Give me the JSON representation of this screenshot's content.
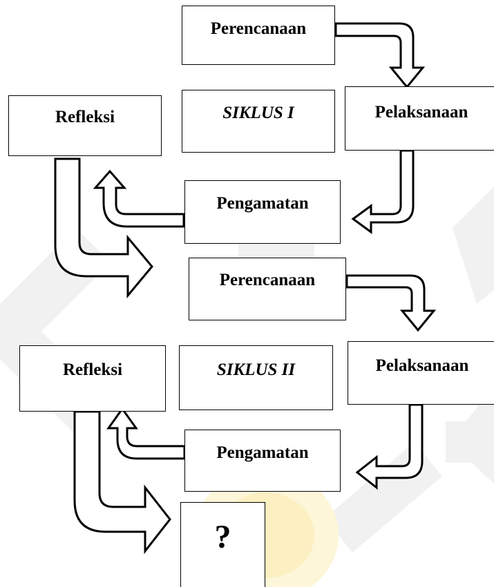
{
  "cycle1": {
    "planning": "Perencanaan",
    "acting": "Pelaksanaan",
    "observing": "Pengamatan",
    "reflecting": "Refleksi",
    "title": "SIKLUS I"
  },
  "cycle2": {
    "planning": "Perencanaan",
    "acting": "Pelaksanaan",
    "observing": "Pengamatan",
    "reflecting": "Refleksi",
    "title": "SIKLUS II"
  },
  "next_step": "?",
  "colors": {
    "watermark_gray": "#f1f1f1",
    "watermark_gold": "#fdf6d8",
    "stroke": "#000000",
    "fill": "#ffffff"
  }
}
